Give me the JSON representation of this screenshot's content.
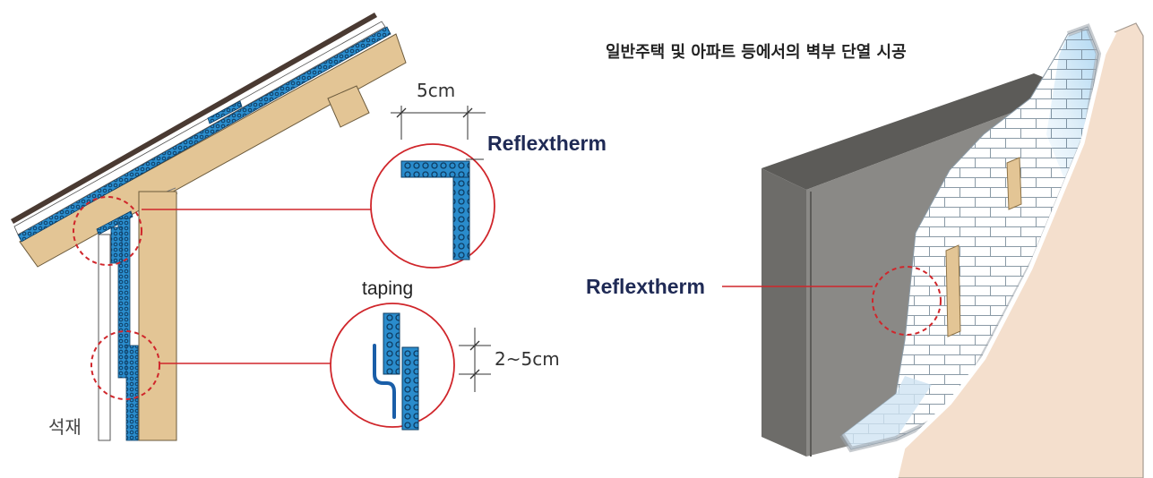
{
  "title": "일반주택 및 아파트 등에서의 벽부 단열 시공",
  "dim_top": "5cm",
  "dim_gap": "2~5cm",
  "brand_top": "Reflextherm",
  "brand_right": "Reflextherm",
  "taping_label": "taping",
  "stone_label": "석재",
  "colors": {
    "wood": "#e3c595",
    "insulation": "#2a8ccc",
    "callout": "#d0262b",
    "roofing": "#4a3a32",
    "brand": "#1f2a55",
    "concrete": "#8a8986",
    "board": "#f4dfcd"
  }
}
